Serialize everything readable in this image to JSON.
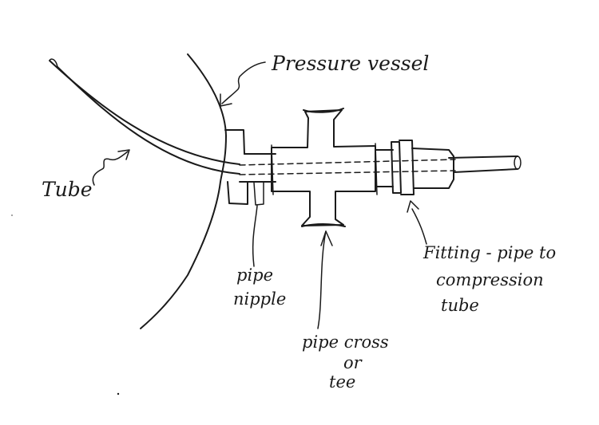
{
  "labels": {
    "pressure_vessel": "Pressure vessel",
    "tube": "Tube",
    "pipe_nipple": [
      "pipe",
      "nipple"
    ],
    "pipe_cross": [
      "pipe cross",
      "or",
      "tee"
    ],
    "fitting": [
      "Fitting - pipe to",
      "compression",
      "tube"
    ]
  }
}
